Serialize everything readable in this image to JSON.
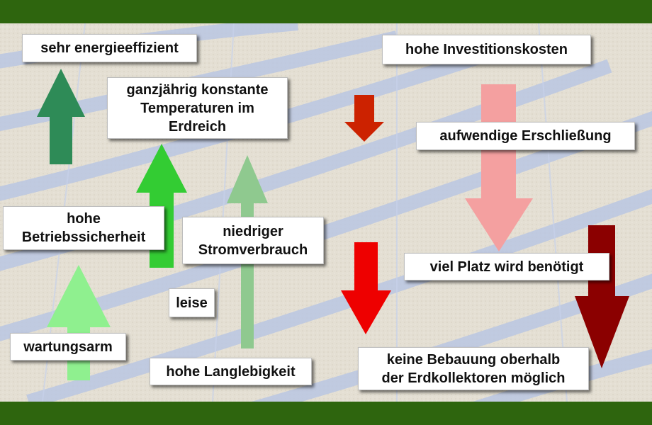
{
  "pros": {
    "energy": "sehr energieeffizient",
    "temperature": "ganzjährig konstante\nTemperaturen im\nErdreich",
    "reliability": "hohe\nBetriebssicherheit",
    "power": "niedriger\nStromverbrauch",
    "quiet": "leise",
    "maintenance": "wartungsarm",
    "longevity": "hohe Langlebigkeit"
  },
  "cons": {
    "investment": "hohe Investitionskosten",
    "development": "aufwendige Erschließung",
    "space": "viel Platz wird benötigt",
    "building": "keine Bebauung oberhalb\nder Erdkollektoren möglich"
  },
  "colors": {
    "frame_green": "#2e650e",
    "arrow_energy": "#2e8b57",
    "arrow_temperature": "#33cc33",
    "arrow_power": "#8fc98f",
    "arrow_maintenance": "#8ff08f",
    "arrow_investment_small": "#cc2200",
    "arrow_development": "#f4a0a0",
    "arrow_building": "#ee0000",
    "arrow_space": "#8b0000"
  }
}
